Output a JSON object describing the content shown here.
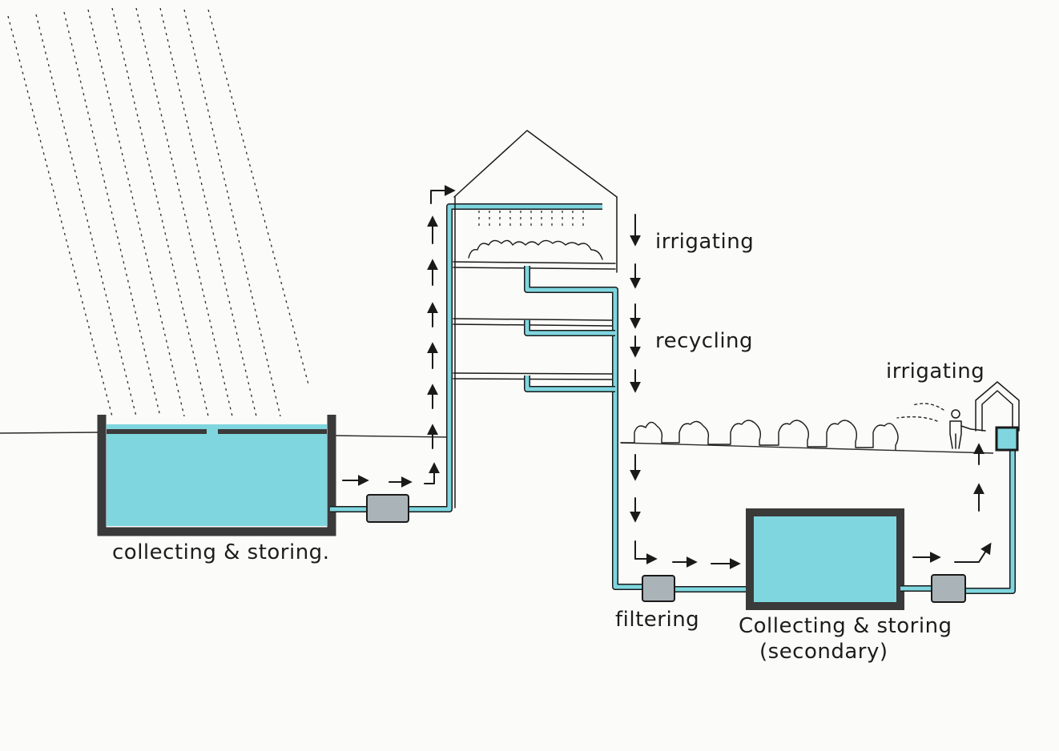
{
  "colors": {
    "water": "#7fd6df",
    "wall": "#3a3a3a",
    "ink": "#1a1a1a",
    "filter": "#aab4b8",
    "paper": "#fbfbf9"
  },
  "labels": {
    "collecting_storing": "collecting & storing.",
    "irrigating_roof": "irrigating",
    "recycling": "recycling",
    "irrigating_garden": "irrigating",
    "filtering": "filtering",
    "collecting_storing_secondary_line1": "Collecting & storing",
    "collecting_storing_secondary_line2": "(secondary)"
  },
  "icons": {
    "rain": "rain-lines",
    "flow_arrow": "arrow-icon",
    "filter": "filter-box-icon",
    "person": "person-icon",
    "house": "house-icon",
    "trees": "tree-line-icon",
    "plants": "rooftop-plants-icon"
  }
}
